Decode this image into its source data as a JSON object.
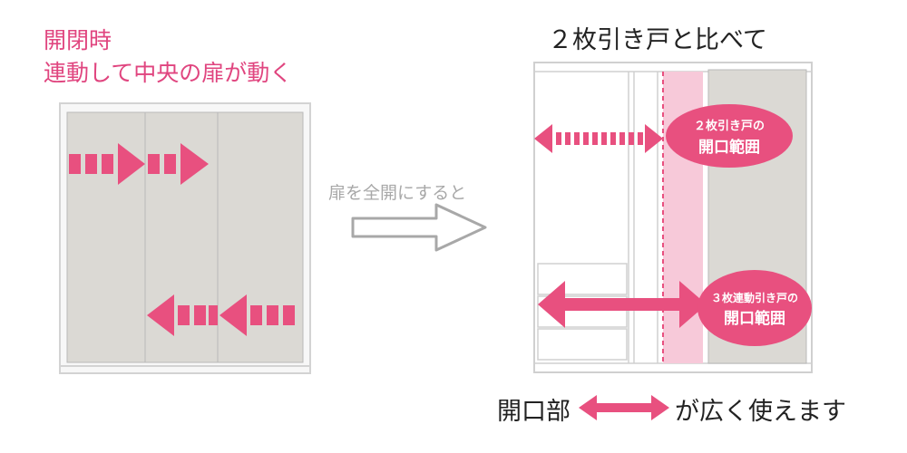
{
  "left_panel": {
    "caption_line1": "開閉時",
    "caption_line2": "連動して中央の扉が動く"
  },
  "middle": {
    "caption": "扉を全開にすると"
  },
  "right_panel": {
    "title": "２枚引き戸と比べて",
    "bubble_two_door_line1": "２枚引き戸の",
    "bubble_two_door_line2": "開口範囲",
    "bubble_three_door_line1": "３枚連動引き戸の",
    "bubble_three_door_line2": "開口範囲"
  },
  "bottom_note": {
    "prefix": "開口部",
    "suffix": "が広く使えます"
  },
  "colors": {
    "accent_pink": "#e8507f",
    "light_pink": "#f7c9d9",
    "door_gray": "#dbd9d4",
    "frame_gray": "#d0d0d0",
    "arrow_gray": "#a8a8a8"
  },
  "icons": [
    "double-arrow-icon",
    "right-arrow-icon",
    "left-arrow-icon",
    "hollow-arrow-icon"
  ]
}
